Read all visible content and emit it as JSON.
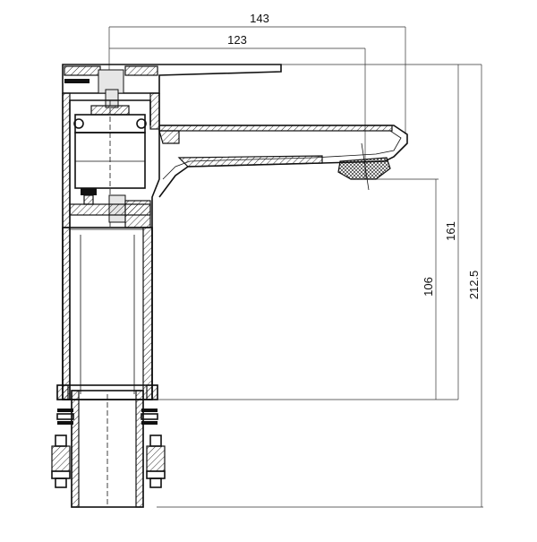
{
  "diagram": {
    "dimensions": {
      "spout_reach_outer": "143",
      "spout_reach_inner": "123",
      "total_height": "212.5",
      "height_to_lever": "161",
      "height_to_aerator": "106"
    }
  }
}
